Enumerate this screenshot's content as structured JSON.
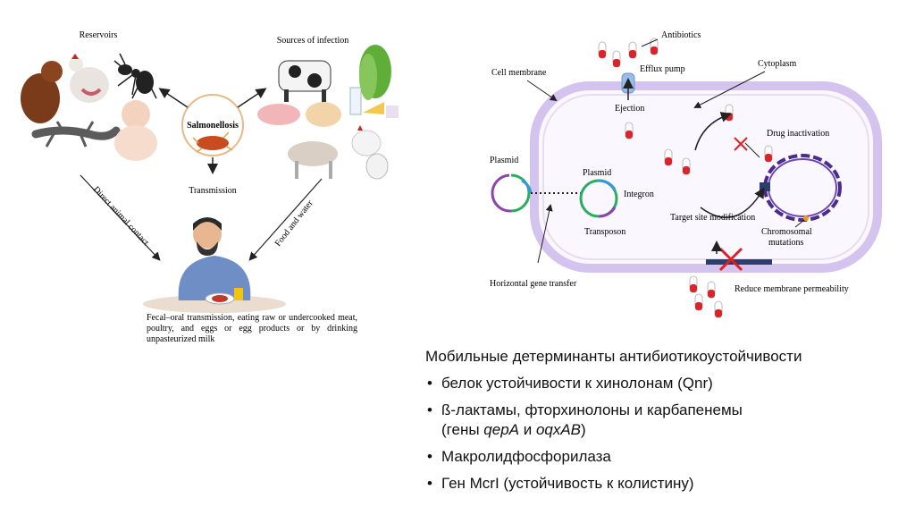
{
  "left_figure": {
    "reservoirs_label": "Reservoirs",
    "sources_label": "Sources of infection",
    "center_label": "Salmonellosis",
    "transmission_label": "Transmission",
    "direct_contact_label": "Direct animal contact",
    "food_water_label": "Food and water",
    "caption": "Fecal–oral transmission, eating raw or undercooked meat, poultry, and eggs or egg products or by drinking unpasteurized milk"
  },
  "right_figure": {
    "antibiotics": "Antibiotics",
    "efflux_pump": "Efflux pump",
    "cytoplasm": "Cytoplasm",
    "cell_membrane": "Cell membrane",
    "ejection": "Ejection",
    "drug_inactivation": "Drug inactivation",
    "plasmid_1": "Plasmid",
    "plasmid_2": "Plasmid",
    "integron": "Integron",
    "transposon": "Transposon",
    "target_site": "Target site modification",
    "chromosomal": "Chromosomal",
    "mutations": "mutations",
    "hgt": "Horizontal gene transfer",
    "reduce_permeability": "Reduce membrane permeability"
  },
  "text_block": {
    "heading": "Мобильные детерминанты антибиотикоустойчивости",
    "item1": "белок устойчивости к хинолонам (Qnr)",
    "item2_line1": "ß-лактамы, фторхинолоны и карбапенемы",
    "item2_pre": "(гены ",
    "item2_gene1": "qepA",
    "item2_mid": " и ",
    "item2_gene2": "oqxAB",
    "item2_post": ")",
    "item3": "Макролидфосфорилаза",
    "item4": "Ген McrI (устойчивость к колистину)"
  },
  "colors": {
    "membrane": "#d9c9ef",
    "membrane_edge": "#b9a3e0",
    "capsule_red": "#d7262b",
    "chromosome": "#4a2a8c",
    "cross": "#e02020"
  }
}
